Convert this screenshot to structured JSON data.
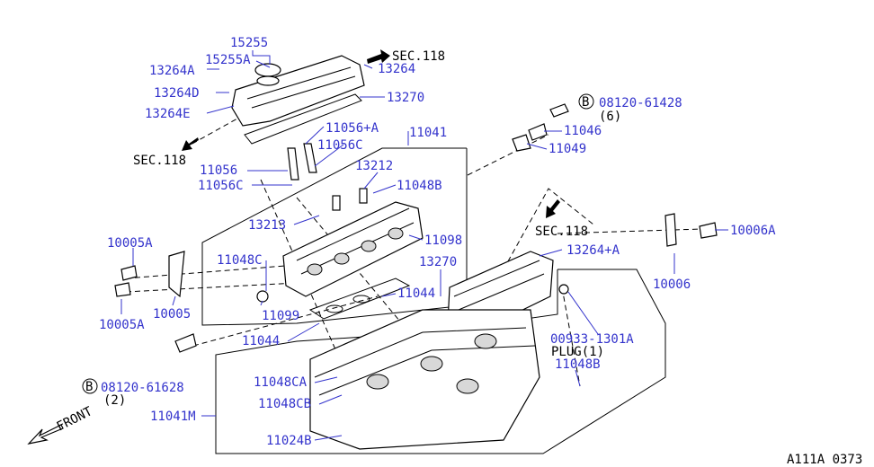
{
  "diagram_code": "A111A 0373",
  "front_label": "FRONT",
  "section_refs": {
    "sec_top_right": "SEC.118",
    "sec_left": "SEC.118",
    "sec_mid": "SEC.118"
  },
  "bolt_refs": {
    "bolt_top": {
      "symbol": "B",
      "part": "08120-61428",
      "qty": "(6)"
    },
    "bolt_bottom": {
      "symbol": "B",
      "part": "08120-61628",
      "qty": "(2)"
    }
  },
  "plug_note": "PLUG(1)",
  "parts": {
    "p15255": "15255",
    "p15255A": "15255A",
    "p13264A": "13264A",
    "p13264": "13264",
    "p13264D": "13264D",
    "p13270_top": "13270",
    "p13264E": "13264E",
    "p11056A": "11056+A",
    "p11041": "11041",
    "p11056C_top": "11056C",
    "p11046": "11046",
    "p11049": "11049",
    "p11056": "11056",
    "p11056C": "11056C",
    "p13212": "13212",
    "p11048B_top": "11048B",
    "p13213": "13213",
    "p10005A_top": "10005A",
    "p11098": "11098",
    "p13264A_right": "13264+A",
    "p10006A": "10006A",
    "p11048C": "11048C",
    "p13270_mid": "13270",
    "p10006": "10006",
    "p11044_mid": "11044",
    "p11099": "11099",
    "p10005": "10005",
    "p10005A_bot": "10005A",
    "p11044_low": "11044",
    "p00933": "00933-1301A",
    "p11048B_low": "11048B",
    "p11048CA": "11048CA",
    "p11048CB": "11048CB",
    "p11041M": "11041M",
    "p11024B": "11024B"
  }
}
